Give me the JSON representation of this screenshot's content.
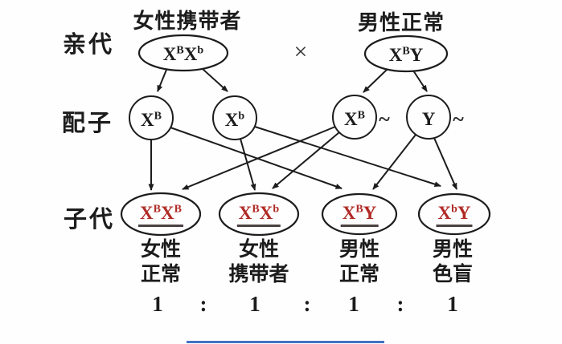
{
  "figure": {
    "row_labels": {
      "parents": "亲代",
      "gametes": "配子",
      "offspring": "子代"
    },
    "cross_symbol": "×",
    "parents": {
      "mother": {
        "title": "女性携带者",
        "genotype": [
          "X",
          "B",
          "X",
          "b"
        ]
      },
      "father": {
        "title": "男性正常",
        "genotype": [
          "X",
          "B",
          "Y"
        ]
      }
    },
    "gametes": [
      {
        "genotype": [
          "X",
          "B"
        ],
        "mark": ""
      },
      {
        "genotype": [
          "X",
          "b"
        ],
        "mark": ""
      },
      {
        "genotype": [
          "X",
          "B"
        ],
        "mark": "~"
      },
      {
        "genotype": [
          "Y"
        ],
        "mark": "~"
      }
    ],
    "offspring": [
      {
        "genotype": [
          "X",
          "B",
          "X",
          "B"
        ],
        "phenotype": [
          "女性",
          "正常"
        ],
        "ratio": "1"
      },
      {
        "genotype": [
          "X",
          "B",
          "X",
          "b"
        ],
        "phenotype": [
          "女性",
          "携带者"
        ],
        "ratio": "1"
      },
      {
        "genotype": [
          "X",
          "B",
          "Y"
        ],
        "phenotype": [
          "男性",
          "正常"
        ],
        "ratio": "1"
      },
      {
        "genotype": [
          "X",
          "b",
          "Y"
        ],
        "phenotype": [
          "男性",
          "色盲"
        ],
        "ratio": "1"
      }
    ],
    "ratio_separator": ":",
    "colors": {
      "ink": "#1c1c1c",
      "genotype_red": "#b02a26",
      "underline": "#4a4242",
      "bottom_line_blue": "#4472c4"
    }
  }
}
